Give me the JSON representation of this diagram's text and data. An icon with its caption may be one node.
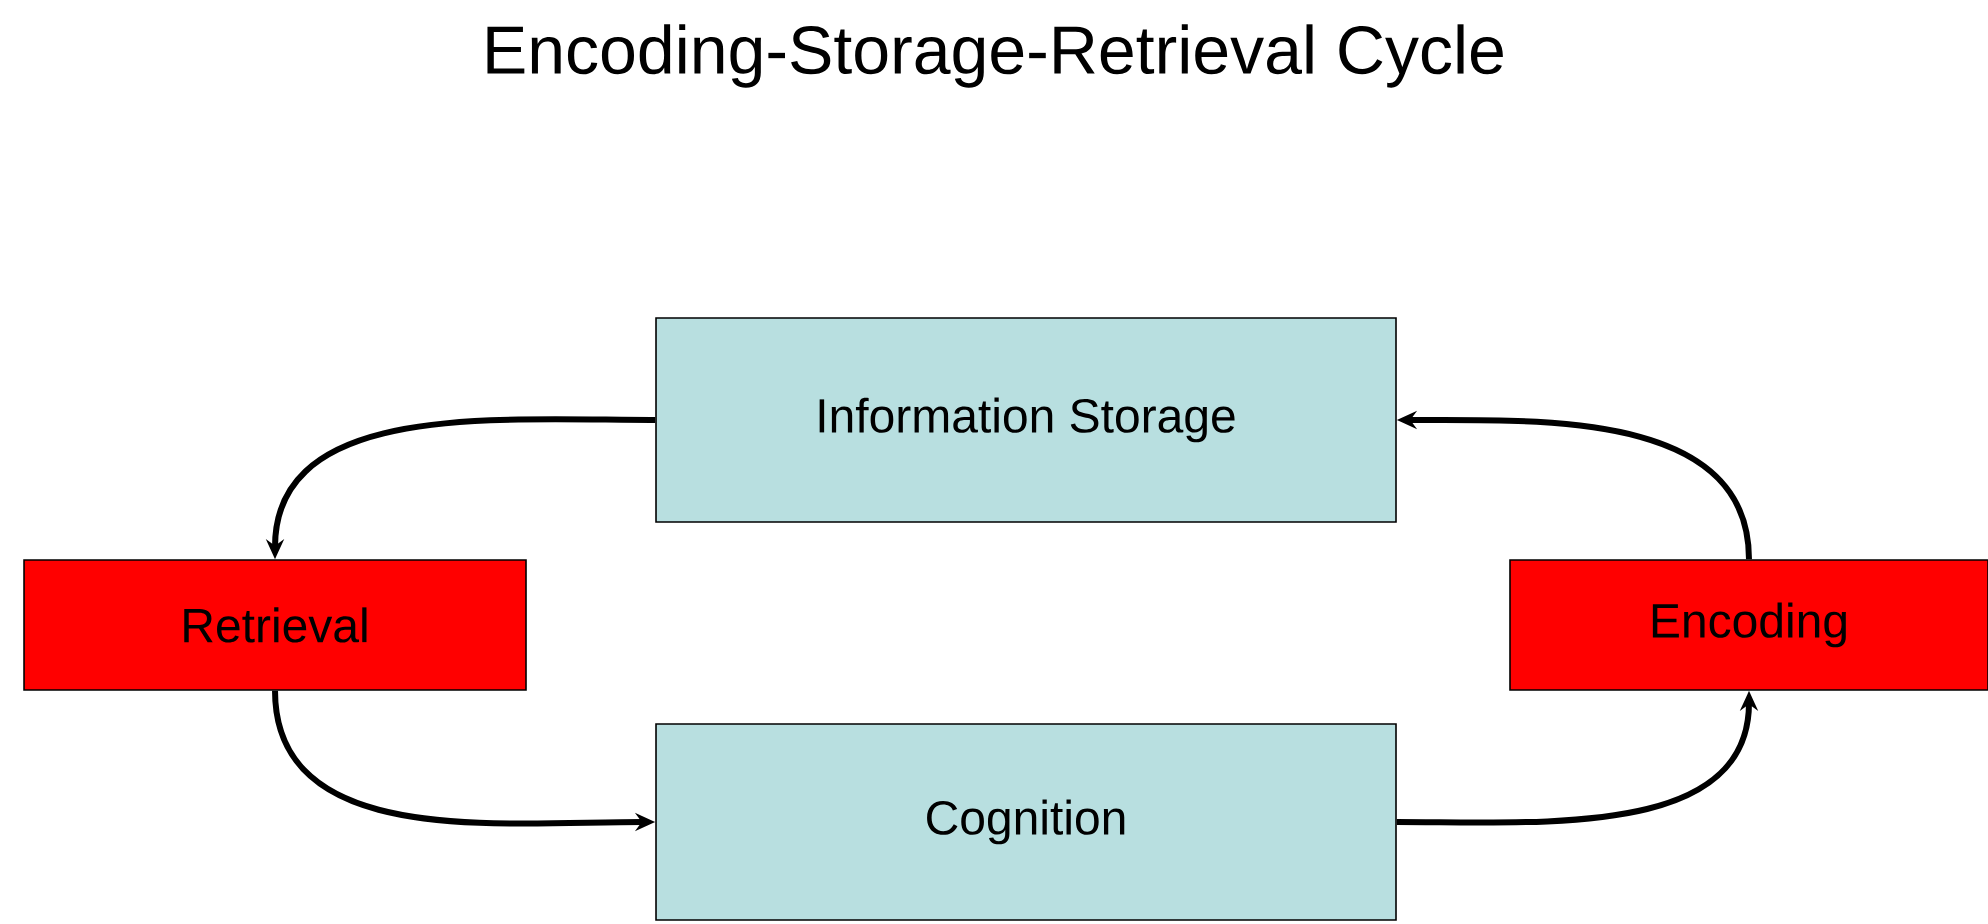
{
  "diagram": {
    "title": "Encoding-Storage-Retrieval Cycle",
    "nodes": [
      {
        "text": [
          "Information Storage"
        ]
      },
      {
        "text": [
          "Retrieval"
        ]
      },
      {
        "text": [
          "Encoding"
        ]
      },
      {
        "text": [
          "Cognition"
        ]
      }
    ],
    "edges": [
      {
        "from": 0,
        "to": 1,
        "arrow": "to"
      },
      {
        "from": 1,
        "to": 3,
        "arrow": "to"
      },
      {
        "from": 3,
        "to": 2,
        "arrow": "to"
      },
      {
        "from": 2,
        "to": 0,
        "arrow": "to"
      }
    ]
  }
}
